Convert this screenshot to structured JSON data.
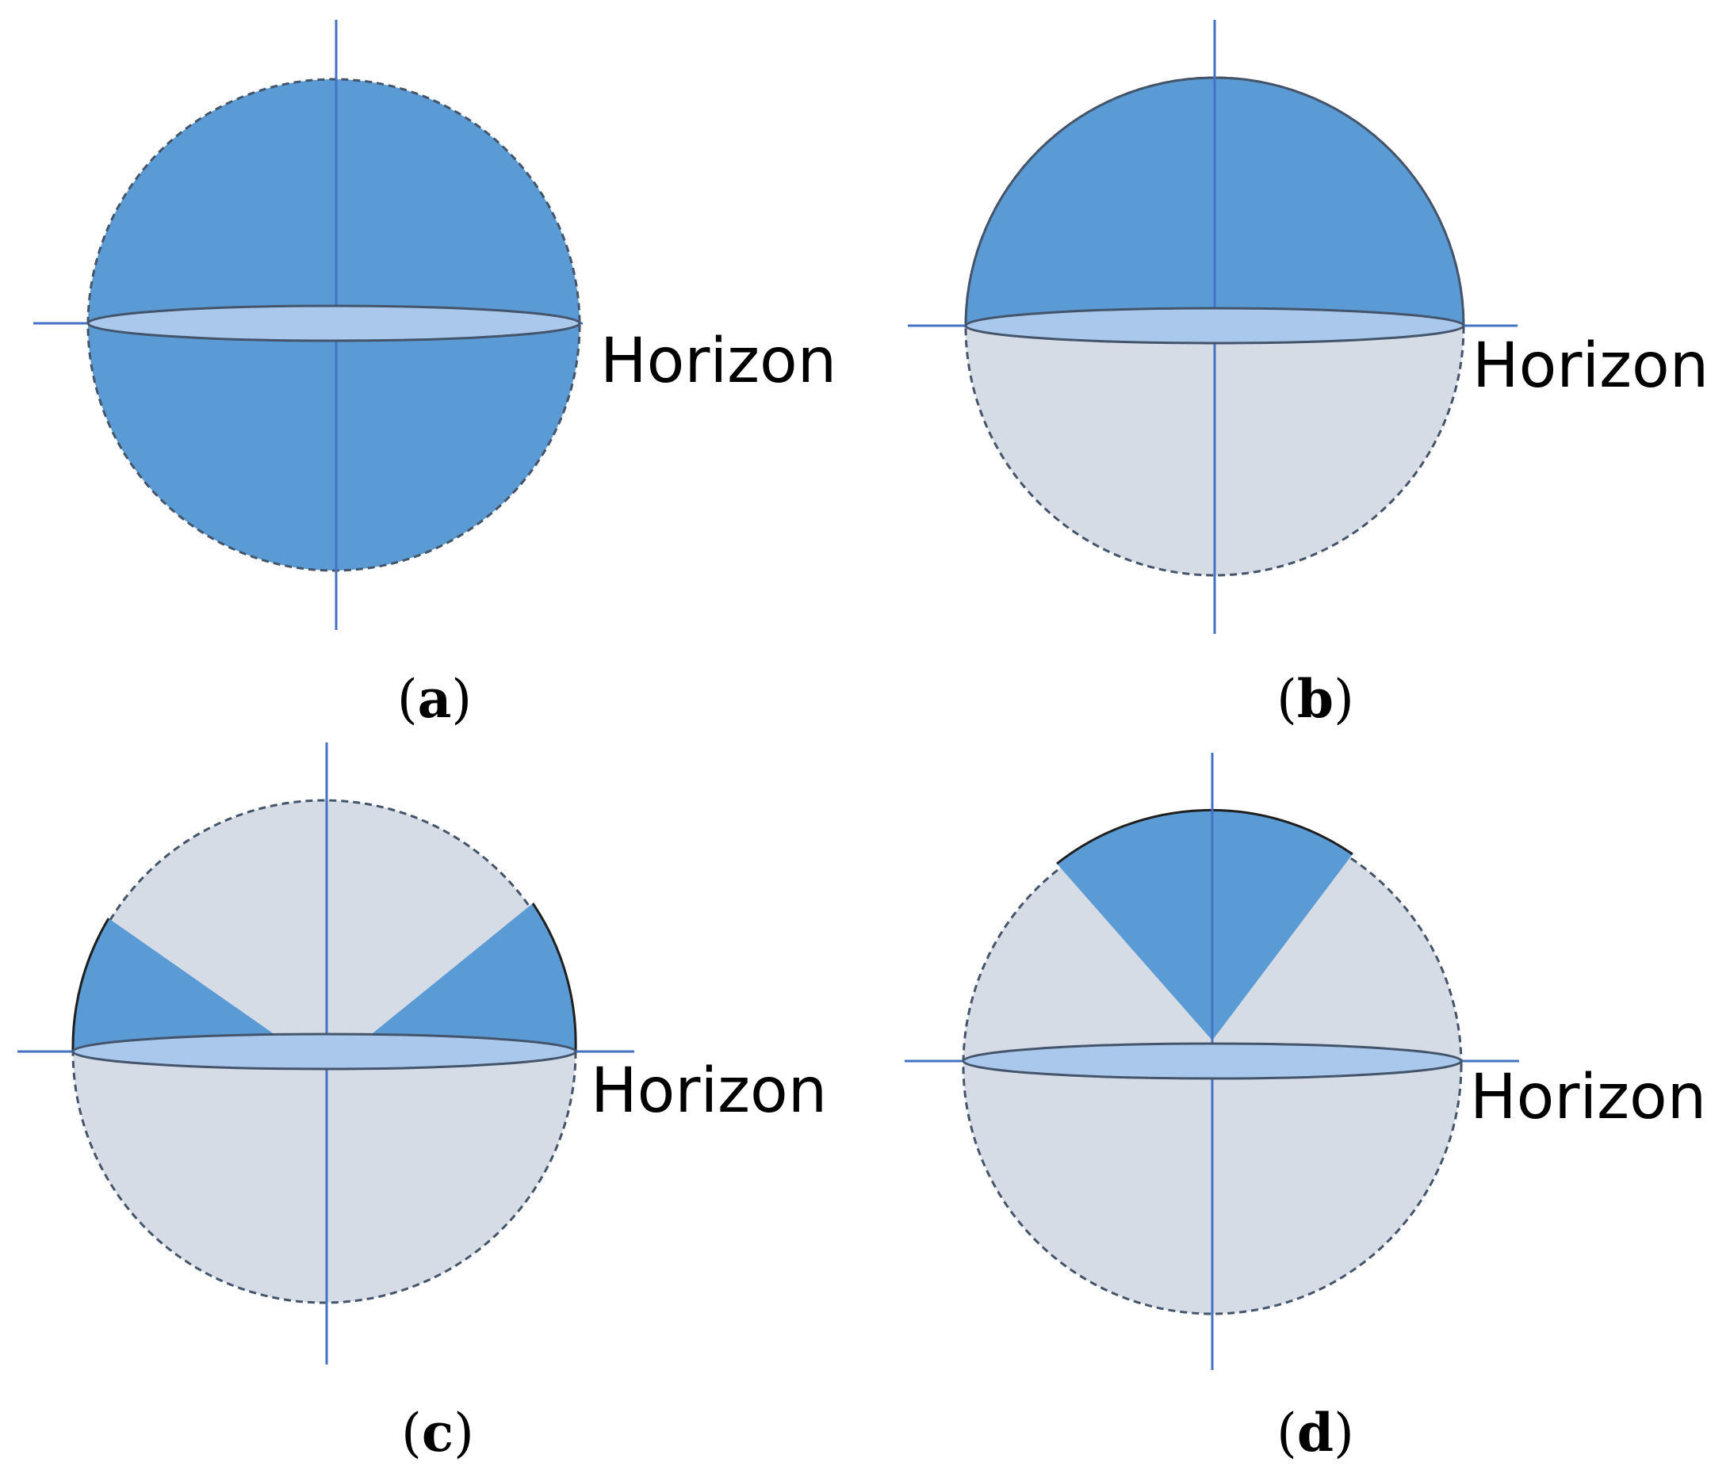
{
  "colors": {
    "coverage": "#5b9bd5",
    "uncovered": "#d6dce5",
    "horizon_plane": "#a9c8ec",
    "axis": "#4472c4",
    "outline": "#44546a",
    "arc_edge": "#1f1f1f"
  },
  "panels": [
    {
      "id": "a",
      "horizon_label": "Horizon",
      "caption_open": "(",
      "caption_letter": "a",
      "caption_close": ")"
    },
    {
      "id": "b",
      "horizon_label": "Horizon",
      "caption_open": "(",
      "caption_letter": "b",
      "caption_close": ")"
    },
    {
      "id": "c",
      "horizon_label": "Horizon",
      "caption_open": "(",
      "caption_letter": "c",
      "caption_close": ")"
    },
    {
      "id": "d",
      "horizon_label": "Horizon",
      "caption_open": "(",
      "caption_letter": "d",
      "caption_close": ")"
    }
  ]
}
